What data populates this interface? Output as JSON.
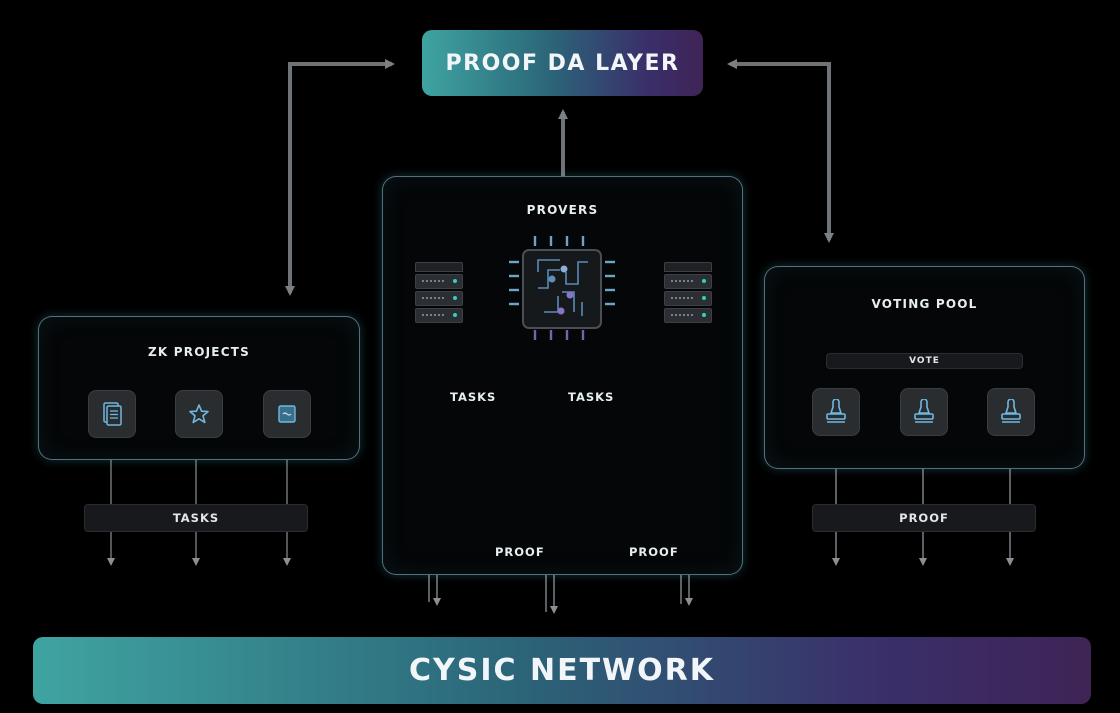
{
  "top_bar": {
    "label": "PROOF DA LAYER"
  },
  "bottom_bar": {
    "label": "CYSIC NETWORK"
  },
  "provers": {
    "title": "PROVERS",
    "tasks_left": "TASKS",
    "tasks_mid": "TASKS",
    "proof_left": "PROOF",
    "proof_right": "PROOF"
  },
  "zk_projects": {
    "title": "ZK PROJECTS",
    "bar_label": "TASKS",
    "icons": [
      "document-icon",
      "star-icon",
      "note-icon"
    ]
  },
  "voting_pool": {
    "title": "VOTING POOL",
    "vote_label": "VOTE",
    "bar_label": "PROOF",
    "icons": [
      "stamp-icon",
      "stamp-icon",
      "stamp-icon"
    ]
  },
  "colors": {
    "accent_teal": "#3fa4a1",
    "accent_purple": "#3f2456",
    "chip_trace": "#7fb3d8"
  }
}
